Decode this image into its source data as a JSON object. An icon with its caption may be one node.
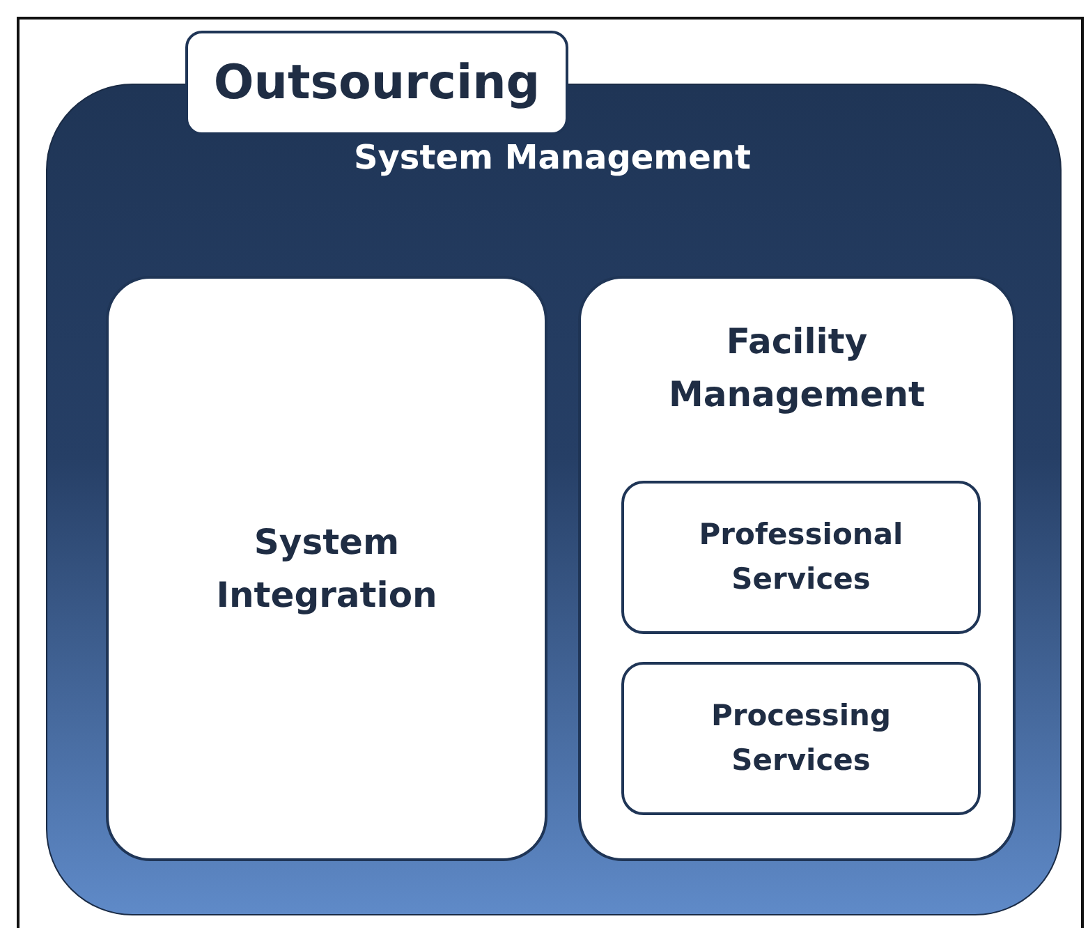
{
  "diagram": {
    "nodes": [
      {
        "text": [
          "Outsourcing"
        ]
      },
      {
        "text": [
          "System Management"
        ]
      },
      {
        "text": [
          "System Integration"
        ],
        "in": 1
      },
      {
        "text": [
          "Facility Management"
        ],
        "in": 1
      },
      {
        "text": [
          "Professional Services"
        ],
        "in": 3
      },
      {
        "text": [
          "Processing Services"
        ],
        "in": 3
      }
    ]
  }
}
